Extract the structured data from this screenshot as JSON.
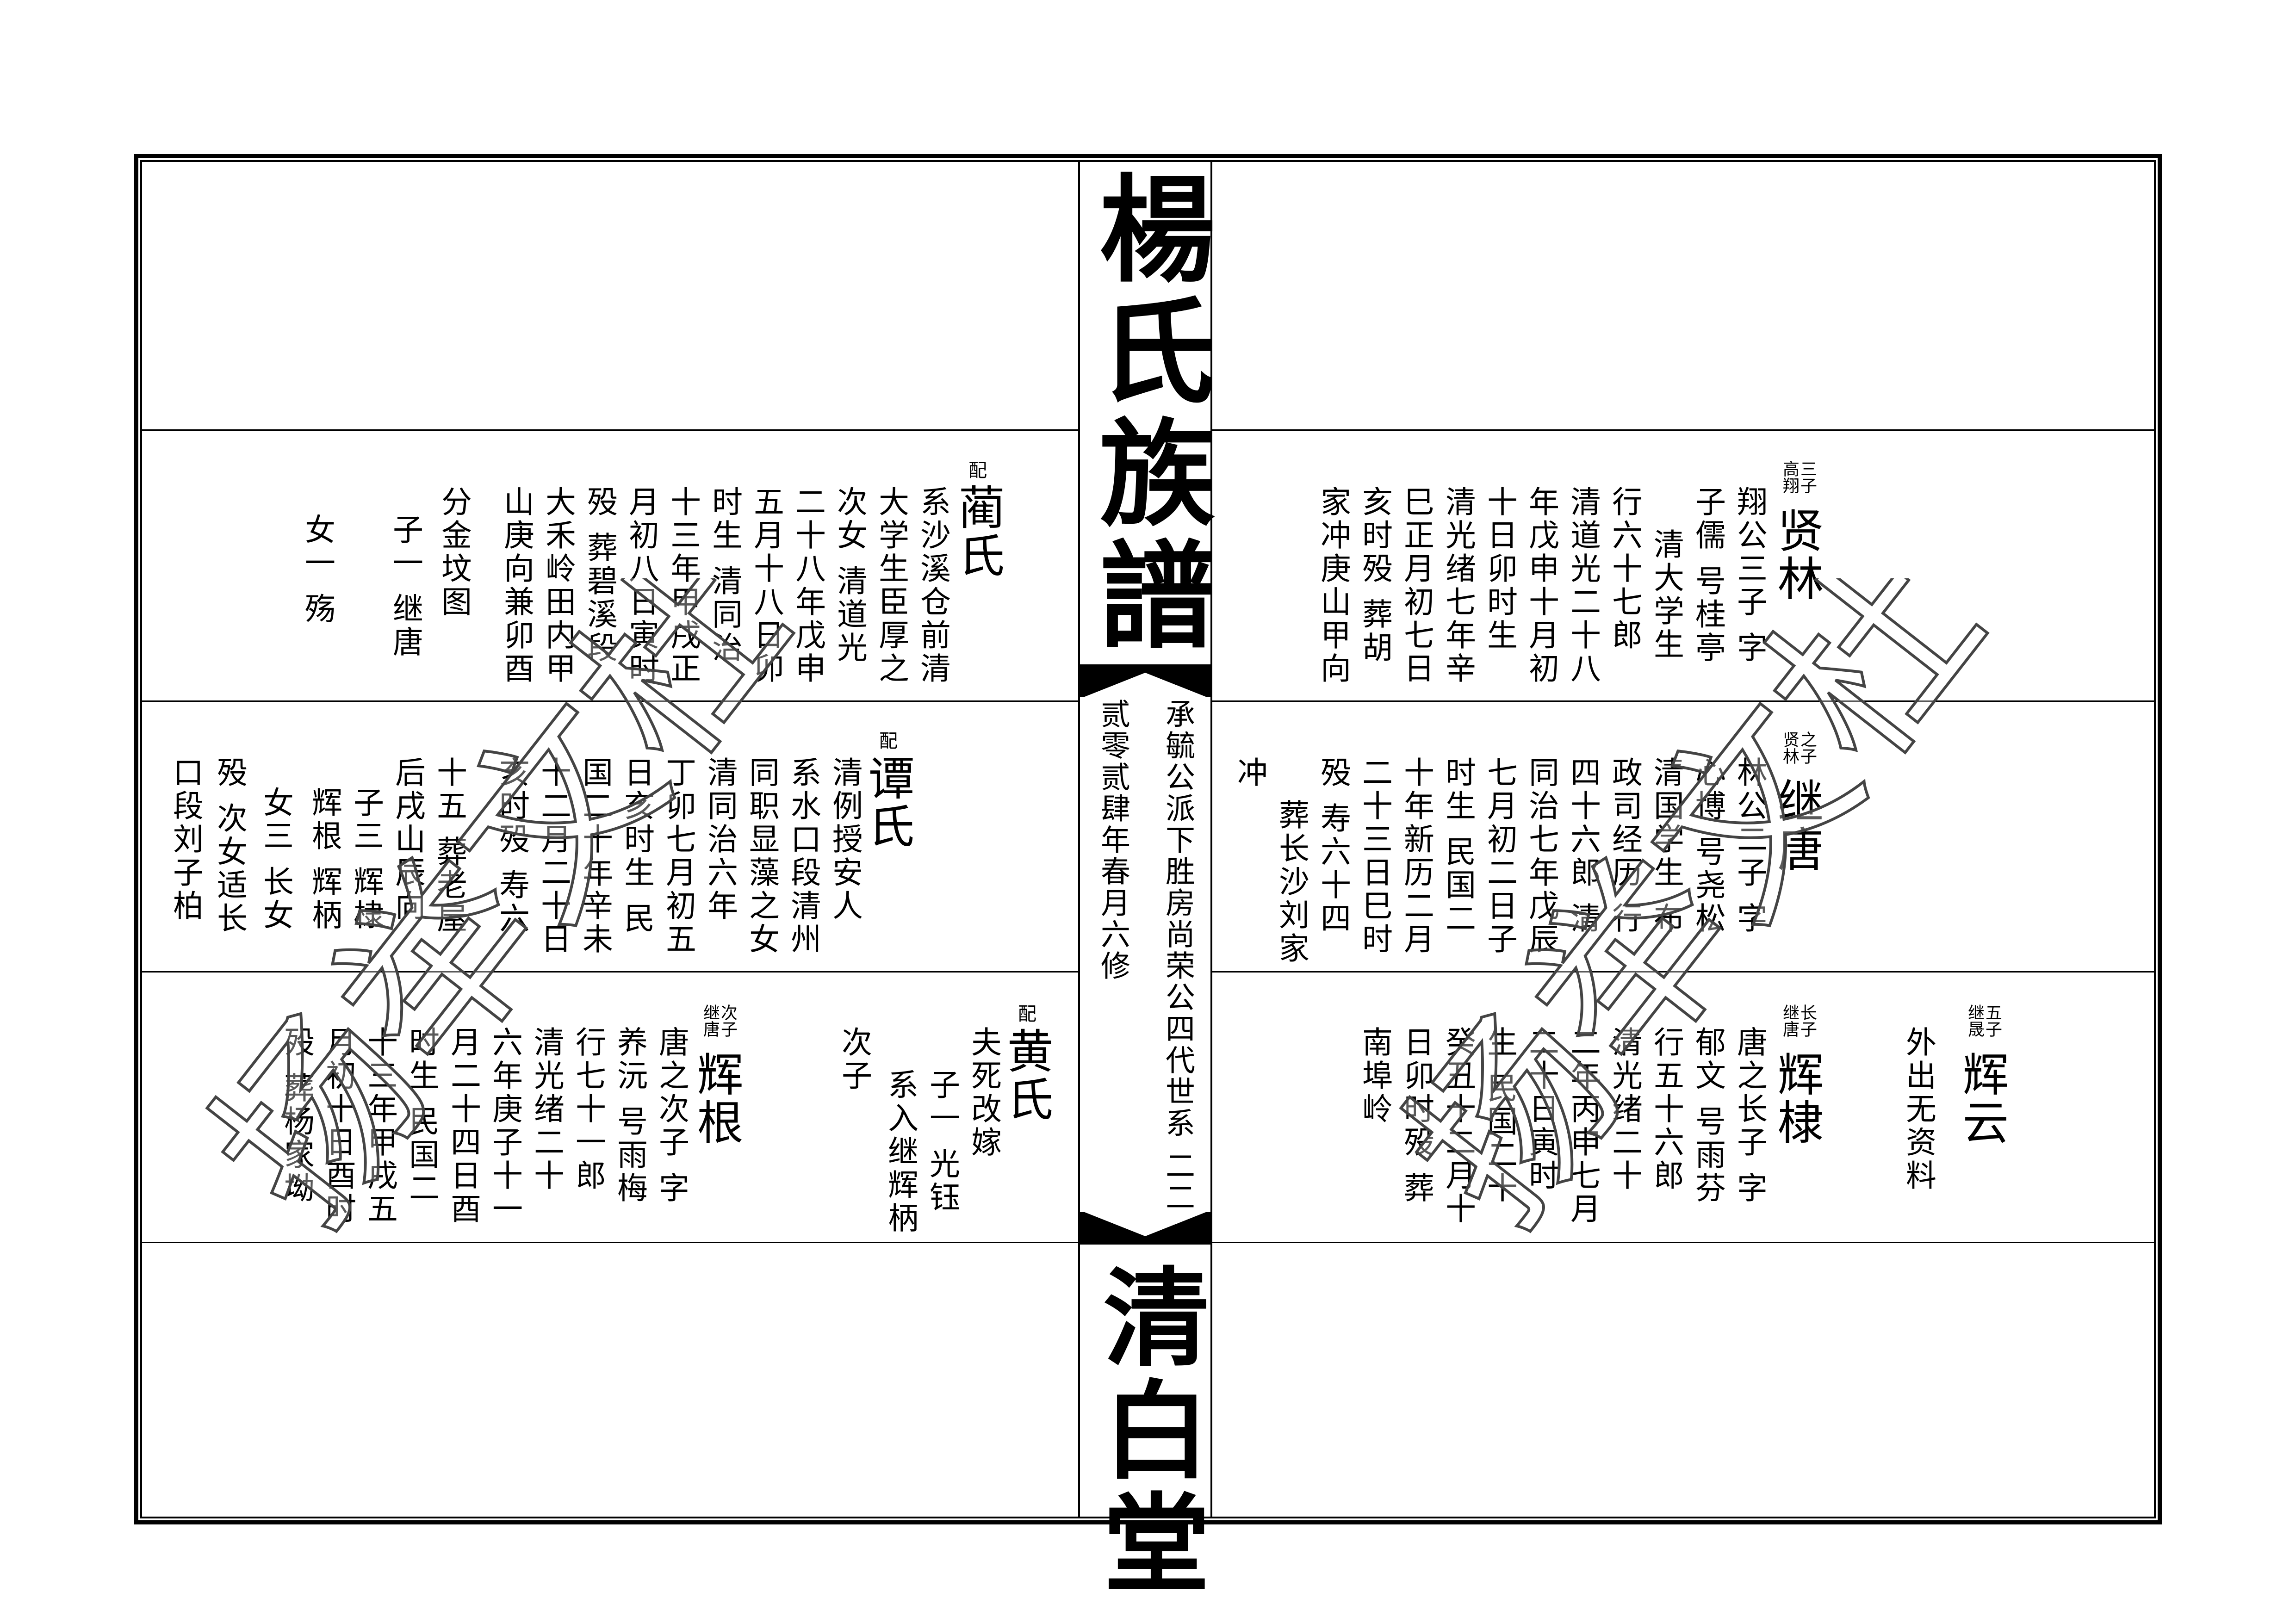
{
  "spine": {
    "title": "楊氏族譜",
    "hall": "清白堂",
    "lineage": "承毓公派下胜房尚荣公四代世系 二二",
    "edition": "贰零贰肆年春月六修"
  },
  "watermark": {
    "text": "扬举文杜"
  },
  "left_page": {
    "row1": {
      "lan": {
        "pei": "配",
        "name": "蔺氏",
        "lines": [
          "系沙溪仓前清",
          "大学生臣厚之",
          "次女 清道光",
          "二十八年戊申",
          "五月十八日卯",
          "时生 清同治",
          "十三年甲戌正",
          "月初八日寅时",
          "殁 葬碧溪段",
          "大禾岭田内甲",
          "山庚向兼卯酉",
          "分金坟图"
        ]
      },
      "children": [
        "子一 继唐",
        "女一 殇"
      ]
    },
    "row2": {
      "tan": {
        "pei": "配",
        "name": "谭氏",
        "lines": [
          "清例授安人",
          "系水口段清州",
          "同职显藻之女",
          "清同治六年",
          "丁卯七月初五",
          "日亥时生 民",
          "国二十年辛未",
          "十二月二十日",
          "亥时殁 寿六",
          "十五 葬老屋",
          "后戌山辰向",
          "子三 辉棣",
          "辉根 辉柄",
          "女三 长女",
          "殁 次女适长",
          "口段刘子柏"
        ]
      }
    },
    "row3": {
      "huiGen": {
        "rel": [
          "次子",
          "继唐"
        ],
        "name": "辉根",
        "lines": [
          "唐之次子 字",
          "养沅 号雨梅",
          "行七十一郎",
          "清光绪二十",
          "六年庚子十一",
          "月二十四日酉",
          "时生 民国二",
          "十三年甲戌五",
          "月初十日酉时",
          "殁 葬杨家坳"
        ]
      },
      "huang": {
        "pei": "配",
        "name": "黄氏",
        "lines": [
          "夫死改嫁",
          "子一 光钰",
          "系入继辉柄",
          "次子"
        ]
      }
    }
  },
  "right_page": {
    "row1": {
      "xianLin": {
        "rel": [
          "三子",
          "高翔"
        ],
        "name": "贤林",
        "lines": [
          "翔公三子 字",
          "子儒 号桂亭",
          "清大学生",
          "行六十七郎",
          "清道光二十八",
          "年戊申十月初",
          "十日卯时生",
          "清光绪七年辛",
          "巳正月初七日",
          "亥时殁 葬胡",
          "家冲庚山甲向"
        ]
      }
    },
    "row2": {
      "jiTang": {
        "rel": [
          "之子",
          "贤林"
        ],
        "name": "继唐",
        "lines": [
          "林公二子 字",
          "心博 号尧松",
          "清国学生 布",
          "政司经历 行",
          "四十六郎 清",
          "同治七年戊辰",
          "七月初二日子",
          "时生 民国二",
          "十年新历二月",
          "二十三日巳时",
          "殁 寿六十四",
          "葬长沙刘家",
          "冲"
        ]
      }
    },
    "row3": {
      "huiDi": {
        "rel": [
          "长子",
          "继唐"
        ],
        "name": "辉棣",
        "lines": [
          "唐之长子 字",
          "郁文 号雨芬",
          "行五十六郎",
          "清光绪二十",
          "二年丙申七月",
          "二十日寅时",
          "生 民国二十",
          "癸丑十二月十",
          "日卯时殁 葬",
          "南埠岭"
        ]
      },
      "huiYun": {
        "rel": [
          "五子",
          "继晟"
        ],
        "name": "辉云",
        "lines": [
          "外出无资料"
        ]
      }
    }
  }
}
